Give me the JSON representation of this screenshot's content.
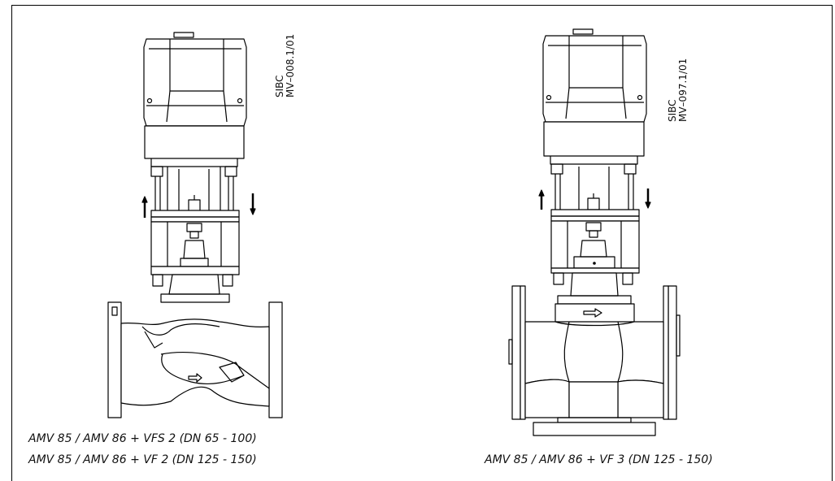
{
  "left_figure": {
    "code_line1": "SIBC",
    "code_line2": "MV–008.1/01",
    "caption_line1": "AMV 85 / AMV 86 + VFS 2 (DN 65 - 100)",
    "caption_line2": "AMV 85 / AMV 86 + VF 2 (DN 125 - 150)"
  },
  "right_figure": {
    "code_line1": "SIBC",
    "code_line2": "MV–097.1/01",
    "caption": "AMV 85 / AMV 86 + VF 3 (DN 125 - 150)"
  }
}
